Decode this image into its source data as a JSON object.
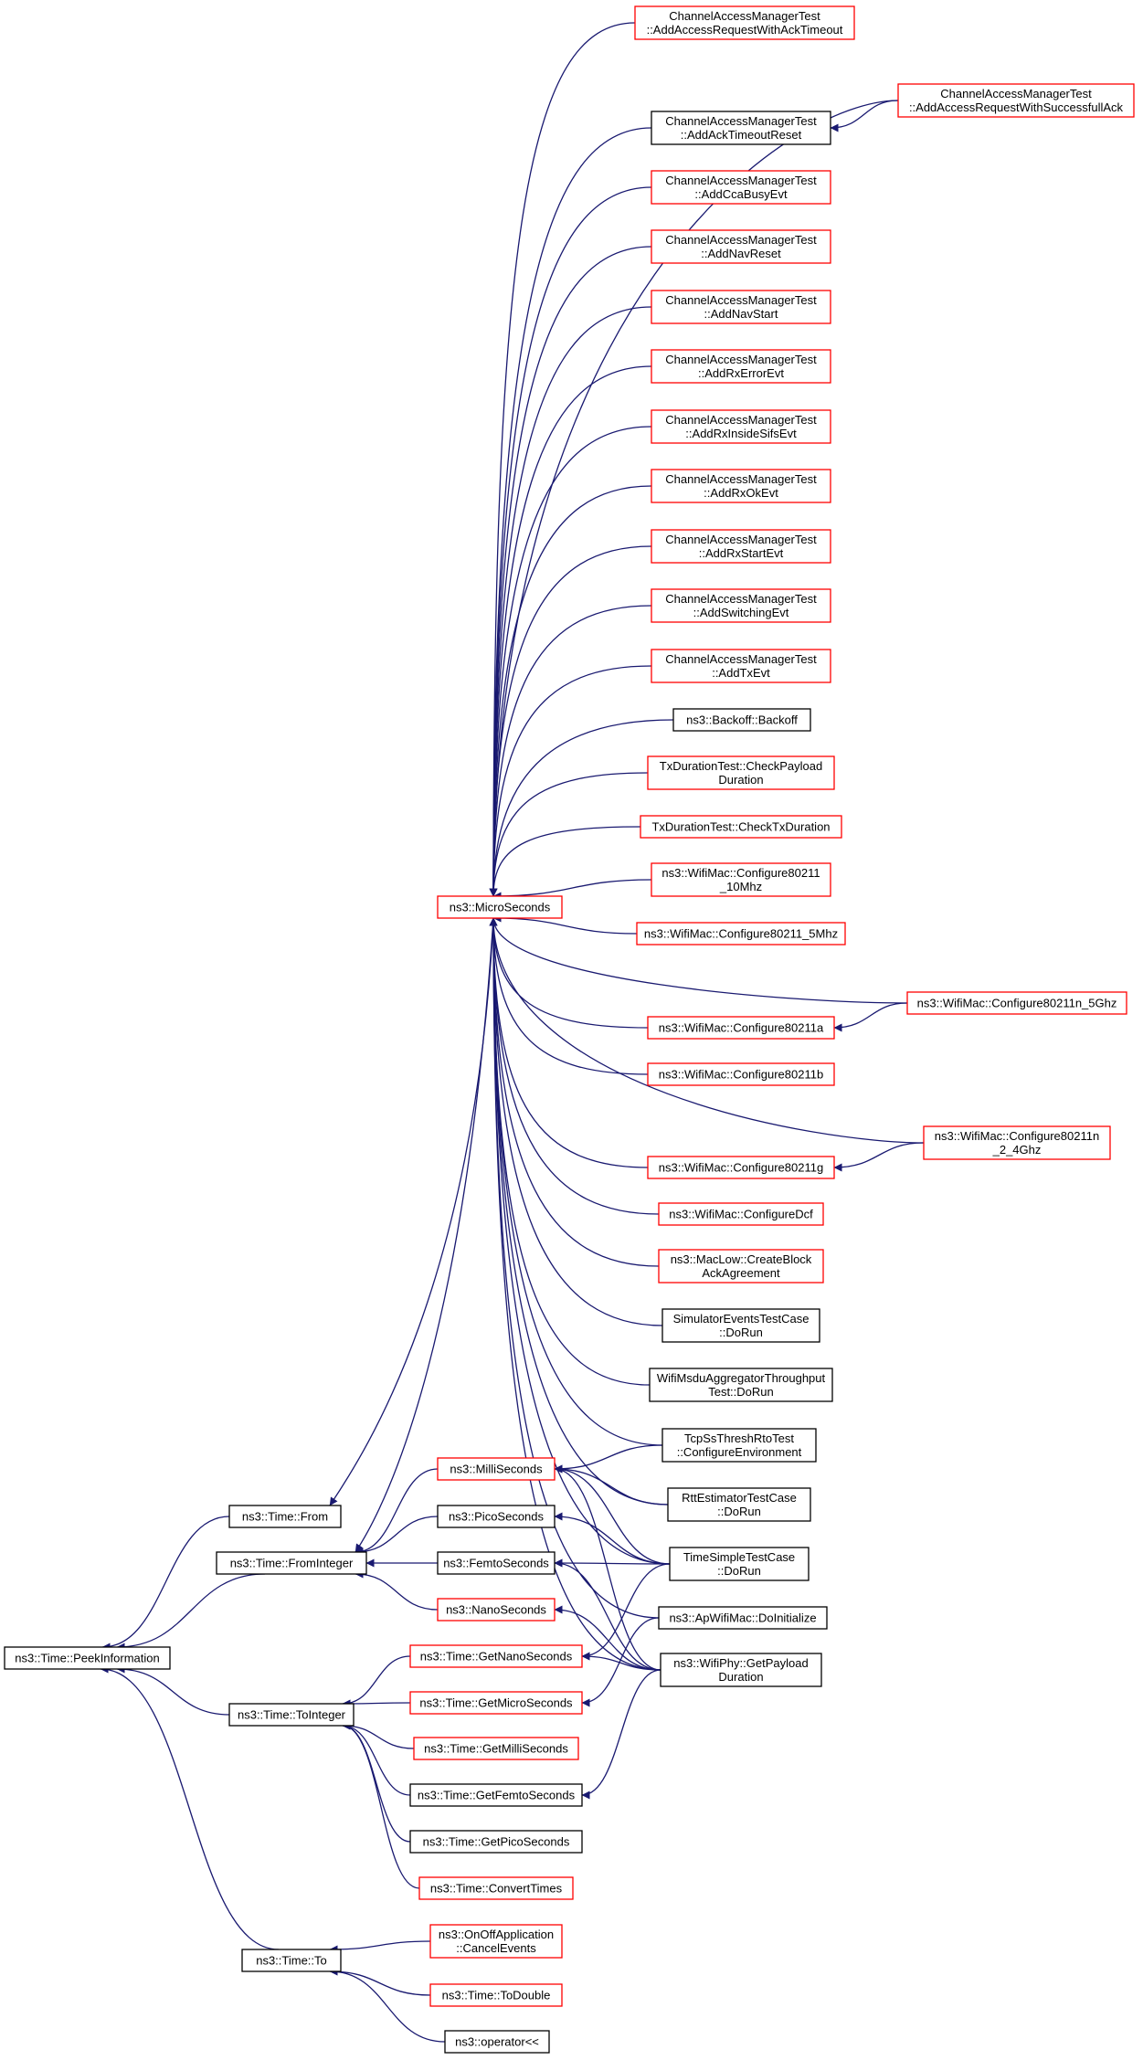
{
  "colors": {
    "edge": "#191970",
    "node_red_border": "#ff0000",
    "node_black_border": "#000000",
    "root_fill": "#bfbfbf",
    "background": "#ffffff"
  },
  "nodes": [
    {
      "id": "root",
      "lines": [
        "ns3::Time::PeekInformation"
      ],
      "style": "root"
    },
    {
      "id": "from",
      "lines": [
        "ns3::Time::From"
      ],
      "style": "black"
    },
    {
      "id": "fromint",
      "lines": [
        "ns3::Time::FromInteger"
      ],
      "style": "black"
    },
    {
      "id": "toint",
      "lines": [
        "ns3::Time::ToInteger"
      ],
      "style": "black"
    },
    {
      "id": "to",
      "lines": [
        "ns3::Time::To"
      ],
      "style": "black"
    },
    {
      "id": "micro",
      "lines": [
        "ns3::MicroSeconds"
      ],
      "style": "red"
    },
    {
      "id": "milli",
      "lines": [
        "ns3::MilliSeconds"
      ],
      "style": "red"
    },
    {
      "id": "pico",
      "lines": [
        "ns3::PicoSeconds"
      ],
      "style": "black"
    },
    {
      "id": "femto",
      "lines": [
        "ns3::FemtoSeconds"
      ],
      "style": "black"
    },
    {
      "id": "nano",
      "lines": [
        "ns3::NanoSeconds"
      ],
      "style": "red"
    },
    {
      "id": "getnano",
      "lines": [
        "ns3::Time::GetNanoSeconds"
      ],
      "style": "red"
    },
    {
      "id": "getmicro",
      "lines": [
        "ns3::Time::GetMicroSeconds"
      ],
      "style": "red"
    },
    {
      "id": "getmilli",
      "lines": [
        "ns3::Time::GetMilliSeconds"
      ],
      "style": "red"
    },
    {
      "id": "getfemto",
      "lines": [
        "ns3::Time::GetFemtoSeconds"
      ],
      "style": "black"
    },
    {
      "id": "getpico",
      "lines": [
        "ns3::Time::GetPicoSeconds"
      ],
      "style": "black"
    },
    {
      "id": "convert",
      "lines": [
        "ns3::Time::ConvertTimes"
      ],
      "style": "red"
    },
    {
      "id": "onoff",
      "lines": [
        "ns3::OnOffApplication",
        "::CancelEvents"
      ],
      "style": "red"
    },
    {
      "id": "todouble",
      "lines": [
        "ns3::Time::ToDouble"
      ],
      "style": "red"
    },
    {
      "id": "oplt",
      "lines": [
        "ns3::operator<<"
      ],
      "style": "black"
    },
    {
      "id": "timeout",
      "lines": [
        "ChannelAccessManagerTest",
        "::AddAccessRequestWithAckTimeout"
      ],
      "style": "red"
    },
    {
      "id": "ackreset",
      "lines": [
        "ChannelAccessManagerTest",
        "::AddAckTimeoutReset"
      ],
      "style": "black"
    },
    {
      "id": "succack",
      "lines": [
        "ChannelAccessManagerTest",
        "::AddAccessRequestWithSuccessfullAck"
      ],
      "style": "red"
    },
    {
      "id": "ccabusy",
      "lines": [
        "ChannelAccessManagerTest",
        "::AddCcaBusyEvt"
      ],
      "style": "red"
    },
    {
      "id": "navreset",
      "lines": [
        "ChannelAccessManagerTest",
        "::AddNavReset"
      ],
      "style": "red"
    },
    {
      "id": "navstart",
      "lines": [
        "ChannelAccessManagerTest",
        "::AddNavStart"
      ],
      "style": "red"
    },
    {
      "id": "rxerror",
      "lines": [
        "ChannelAccessManagerTest",
        "::AddRxErrorEvt"
      ],
      "style": "red"
    },
    {
      "id": "rxinside",
      "lines": [
        "ChannelAccessManagerTest",
        "::AddRxInsideSifsEvt"
      ],
      "style": "red"
    },
    {
      "id": "rxok",
      "lines": [
        "ChannelAccessManagerTest",
        "::AddRxOkEvt"
      ],
      "style": "red"
    },
    {
      "id": "rxstart",
      "lines": [
        "ChannelAccessManagerTest",
        "::AddRxStartEvt"
      ],
      "style": "red"
    },
    {
      "id": "switching",
      "lines": [
        "ChannelAccessManagerTest",
        "::AddSwitchingEvt"
      ],
      "style": "red"
    },
    {
      "id": "txevt",
      "lines": [
        "ChannelAccessManagerTest",
        "::AddTxEvt"
      ],
      "style": "red"
    },
    {
      "id": "backoff",
      "lines": [
        "ns3::Backoff::Backoff"
      ],
      "style": "black"
    },
    {
      "id": "checkpayload",
      "lines": [
        "TxDurationTest::CheckPayload",
        "Duration"
      ],
      "style": "red"
    },
    {
      "id": "checktx",
      "lines": [
        "TxDurationTest::CheckTxDuration"
      ],
      "style": "red"
    },
    {
      "id": "conf10",
      "lines": [
        "ns3::WifiMac::Configure80211",
        "_10Mhz"
      ],
      "style": "red"
    },
    {
      "id": "conf5",
      "lines": [
        "ns3::WifiMac::Configure80211_5Mhz"
      ],
      "style": "red"
    },
    {
      "id": "confn5",
      "lines": [
        "ns3::WifiMac::Configure80211n_5Ghz"
      ],
      "style": "red"
    },
    {
      "id": "confa",
      "lines": [
        "ns3::WifiMac::Configure80211a"
      ],
      "style": "red"
    },
    {
      "id": "confb",
      "lines": [
        "ns3::WifiMac::Configure80211b"
      ],
      "style": "red"
    },
    {
      "id": "confn24",
      "lines": [
        "ns3::WifiMac::Configure80211n",
        "_2_4Ghz"
      ],
      "style": "red"
    },
    {
      "id": "confg",
      "lines": [
        "ns3::WifiMac::Configure80211g"
      ],
      "style": "red"
    },
    {
      "id": "confdcf",
      "lines": [
        "ns3::WifiMac::ConfigureDcf"
      ],
      "style": "red"
    },
    {
      "id": "createblock",
      "lines": [
        "ns3::MacLow::CreateBlock",
        "AckAgreement"
      ],
      "style": "red"
    },
    {
      "id": "simevents",
      "lines": [
        "SimulatorEventsTestCase",
        "::DoRun"
      ],
      "style": "black"
    },
    {
      "id": "msdu",
      "lines": [
        "WifiMsduAggregatorThroughput",
        "Test::DoRun"
      ],
      "style": "black"
    },
    {
      "id": "tcpss",
      "lines": [
        "TcpSsThreshRtoTest",
        "::ConfigureEnvironment"
      ],
      "style": "black"
    },
    {
      "id": "rtt",
      "lines": [
        "RttEstimatorTestCase",
        "::DoRun"
      ],
      "style": "black"
    },
    {
      "id": "timesimple",
      "lines": [
        "TimeSimpleTestCase",
        "::DoRun"
      ],
      "style": "black"
    },
    {
      "id": "apwifi",
      "lines": [
        "ns3::ApWifiMac::DoInitialize"
      ],
      "style": "black"
    },
    {
      "id": "wifiphy",
      "lines": [
        "ns3::WifiPhy::GetPayload",
        "Duration"
      ],
      "style": "black"
    }
  ],
  "edges": [
    [
      "from",
      "root"
    ],
    [
      "fromint",
      "root"
    ],
    [
      "toint",
      "root"
    ],
    [
      "to",
      "root"
    ],
    [
      "micro",
      "from"
    ],
    [
      "micro",
      "fromint"
    ],
    [
      "milli",
      "fromint"
    ],
    [
      "pico",
      "fromint"
    ],
    [
      "femto",
      "fromint"
    ],
    [
      "nano",
      "fromint"
    ],
    [
      "getnano",
      "toint"
    ],
    [
      "getmicro",
      "toint"
    ],
    [
      "getmilli",
      "toint"
    ],
    [
      "getfemto",
      "toint"
    ],
    [
      "getpico",
      "toint"
    ],
    [
      "convert",
      "toint"
    ],
    [
      "onoff",
      "to"
    ],
    [
      "todouble",
      "to"
    ],
    [
      "oplt",
      "to"
    ],
    [
      "timeout",
      "micro"
    ],
    [
      "ackreset",
      "micro"
    ],
    [
      "succack",
      "micro"
    ],
    [
      "succack",
      "ackreset"
    ],
    [
      "ccabusy",
      "micro"
    ],
    [
      "navreset",
      "micro"
    ],
    [
      "navstart",
      "micro"
    ],
    [
      "rxerror",
      "micro"
    ],
    [
      "rxinside",
      "micro"
    ],
    [
      "rxok",
      "micro"
    ],
    [
      "rxstart",
      "micro"
    ],
    [
      "switching",
      "micro"
    ],
    [
      "txevt",
      "micro"
    ],
    [
      "backoff",
      "micro"
    ],
    [
      "checkpayload",
      "micro"
    ],
    [
      "checktx",
      "micro"
    ],
    [
      "conf10",
      "micro"
    ],
    [
      "conf5",
      "micro"
    ],
    [
      "confn5",
      "micro"
    ],
    [
      "confa",
      "micro"
    ],
    [
      "confn5",
      "confa"
    ],
    [
      "confb",
      "micro"
    ],
    [
      "confn24",
      "micro"
    ],
    [
      "confg",
      "micro"
    ],
    [
      "confn24",
      "confg"
    ],
    [
      "confdcf",
      "micro"
    ],
    [
      "createblock",
      "micro"
    ],
    [
      "simevents",
      "micro"
    ],
    [
      "msdu",
      "micro"
    ],
    [
      "tcpss",
      "micro"
    ],
    [
      "rtt",
      "micro"
    ],
    [
      "timesimple",
      "micro"
    ],
    [
      "apwifi",
      "micro"
    ],
    [
      "wifiphy",
      "micro"
    ],
    [
      "tcpss",
      "milli"
    ],
    [
      "rtt",
      "milli"
    ],
    [
      "timesimple",
      "milli"
    ],
    [
      "wifiphy",
      "milli"
    ],
    [
      "timesimple",
      "pico"
    ],
    [
      "timesimple",
      "femto"
    ],
    [
      "wifiphy",
      "femto"
    ],
    [
      "wifiphy",
      "nano"
    ],
    [
      "timesimple",
      "getnano"
    ],
    [
      "wifiphy",
      "getnano"
    ],
    [
      "apwifi",
      "getmicro"
    ],
    [
      "wifiphy",
      "getfemto"
    ]
  ]
}
